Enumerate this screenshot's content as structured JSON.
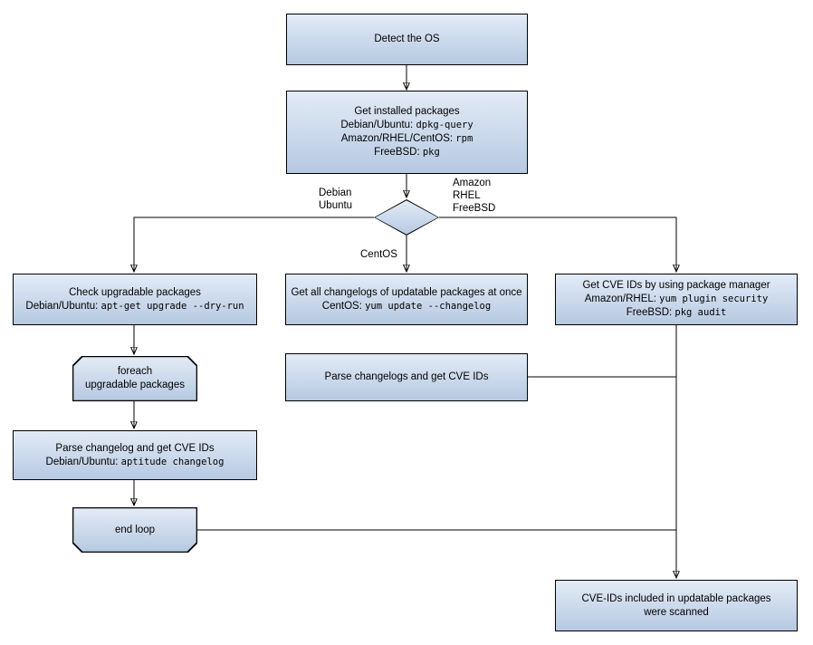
{
  "theme": {
    "bg": "#ffffff",
    "box-fill-top": "#e3ebf6",
    "box-fill-bottom": "#b6c9e2",
    "box-border": "#000000",
    "line-color": "#000000",
    "text-color": "#000000"
  },
  "nodes": {
    "detect_os": {
      "text": "Detect the OS"
    },
    "get_installed": {
      "title": "Get installed packages",
      "debian_label": "Debian/Ubuntu: ",
      "debian_cmd": "dpkg-query",
      "rpm_label": "Amazon/RHEL/CentOS: ",
      "rpm_cmd": "rpm",
      "freebsd_label": "FreeBSD: ",
      "freebsd_cmd": "pkg"
    },
    "check_upgradable": {
      "title": "Check upgradable packages",
      "cmd_label": "Debian/Ubuntu: ",
      "cmd": "apt-get upgrade --dry-run"
    },
    "get_changelogs": {
      "title": "Get all changelogs of updatable packages at once",
      "cmd_label": "CentOS: ",
      "cmd": "yum update --changelog"
    },
    "get_cve_ids": {
      "title": "Get CVE IDs by using package manager",
      "amazon_label": "Amazon/RHEL: ",
      "amazon_cmd": "yum plugin security",
      "freebsd_label": "FreeBSD: ",
      "freebsd_cmd": "pkg audit"
    },
    "foreach_loop": {
      "line1": "foreach",
      "line2": "upgradable packages"
    },
    "parse_changelogs": {
      "text": "Parse changelogs and get CVE IDs"
    },
    "parse_changelog": {
      "title": "Parse changelog and get CVE IDs",
      "cmd_label": "Debian/Ubuntu: ",
      "cmd": "aptitude changelog"
    },
    "end_loop": {
      "text": "end loop"
    },
    "result": {
      "line1": "CVE-IDs included in updatable packages",
      "line2": "were scanned"
    }
  },
  "edge_labels": {
    "debian": [
      "Debian",
      "Ubuntu"
    ],
    "amazon": [
      "Amazon",
      "RHEL",
      "FreeBSD"
    ],
    "centos": "CentOS"
  }
}
